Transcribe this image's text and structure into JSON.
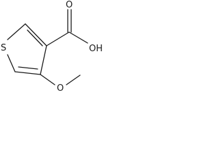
{
  "molecule": {
    "atoms": {
      "sulfur": "S",
      "hydroxyl": "OH",
      "carbonyl_oxygen": "O",
      "methoxy_oxygen": "O"
    }
  }
}
